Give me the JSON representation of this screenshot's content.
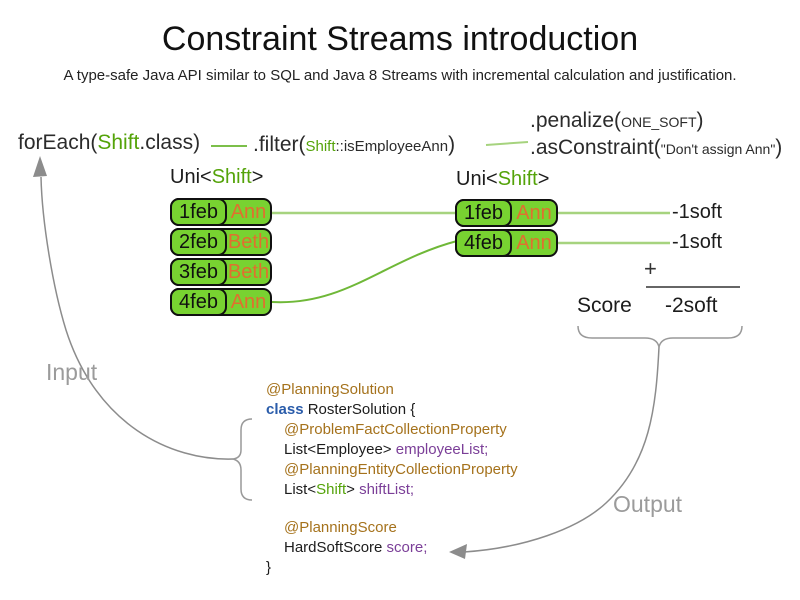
{
  "title": "Constraint Streams introduction",
  "subtitle": "A type-safe Java API similar to SQL and Java 8 Streams with incremental calculation and justification.",
  "pipeline": {
    "foreach": {
      "pre": "forEach(",
      "type": "Shift",
      "post": ".class)"
    },
    "filter": {
      "pre": ".filter(",
      "type": "Shift",
      "method": "::isEmployeeAnn",
      "post": ")"
    },
    "penalize": {
      "pre": ".penalize(",
      "arg": "ONE_SOFT",
      "post": ")"
    },
    "as_constraint": {
      "pre": ".asConstraint(",
      "arg": "\"Don't assign Ann\"",
      "post": ")"
    }
  },
  "streams": {
    "left": {
      "header": {
        "pre": "Uni<",
        "type": "Shift",
        "post": ">"
      },
      "rows": [
        {
          "date": "1feb",
          "name": "Ann"
        },
        {
          "date": "2feb",
          "name": "Beth"
        },
        {
          "date": "3feb",
          "name": "Beth"
        },
        {
          "date": "4feb",
          "name": "Ann"
        }
      ]
    },
    "right": {
      "header": {
        "pre": "Uni<",
        "type": "Shift",
        "post": ">"
      },
      "rows": [
        {
          "date": "1feb",
          "name": "Ann"
        },
        {
          "date": "4feb",
          "name": "Ann"
        }
      ],
      "penalties": [
        "-1soft",
        "-1soft"
      ]
    }
  },
  "score": {
    "plus": "+",
    "label": "Score",
    "value": "-2soft"
  },
  "flow": {
    "input_label": "Input",
    "output_label": "Output"
  },
  "code": {
    "annotation_planning_solution": "@PlanningSolution",
    "kw_class": "class",
    "class_decl": " RosterSolution {",
    "annotation_problem_fact": "@ProblemFactCollectionProperty",
    "employee_type": "List<Employee> ",
    "employee_var": "employeeList;",
    "annotation_planning_entity": "@PlanningEntityCollectionProperty",
    "shift_type_pre": "List<",
    "shift_type": "Shift",
    "shift_type_post": "> ",
    "shift_var": "shiftList;",
    "annotation_planning_score": "@PlanningScore",
    "score_type": "HardSoftScore ",
    "score_var": "score;",
    "closing_brace": "}"
  },
  "colors": {
    "card_green": "#78d231",
    "type_green": "#54a309",
    "name_orange": "#e0702f",
    "connector_light_green": "#a6d37e",
    "connector_green": "#6fb838",
    "annotation_brown": "#a5721c",
    "keyword_blue": "#2a5caa",
    "variable_purple": "#7b3f98",
    "flow_gray": "#9b9b9b"
  }
}
